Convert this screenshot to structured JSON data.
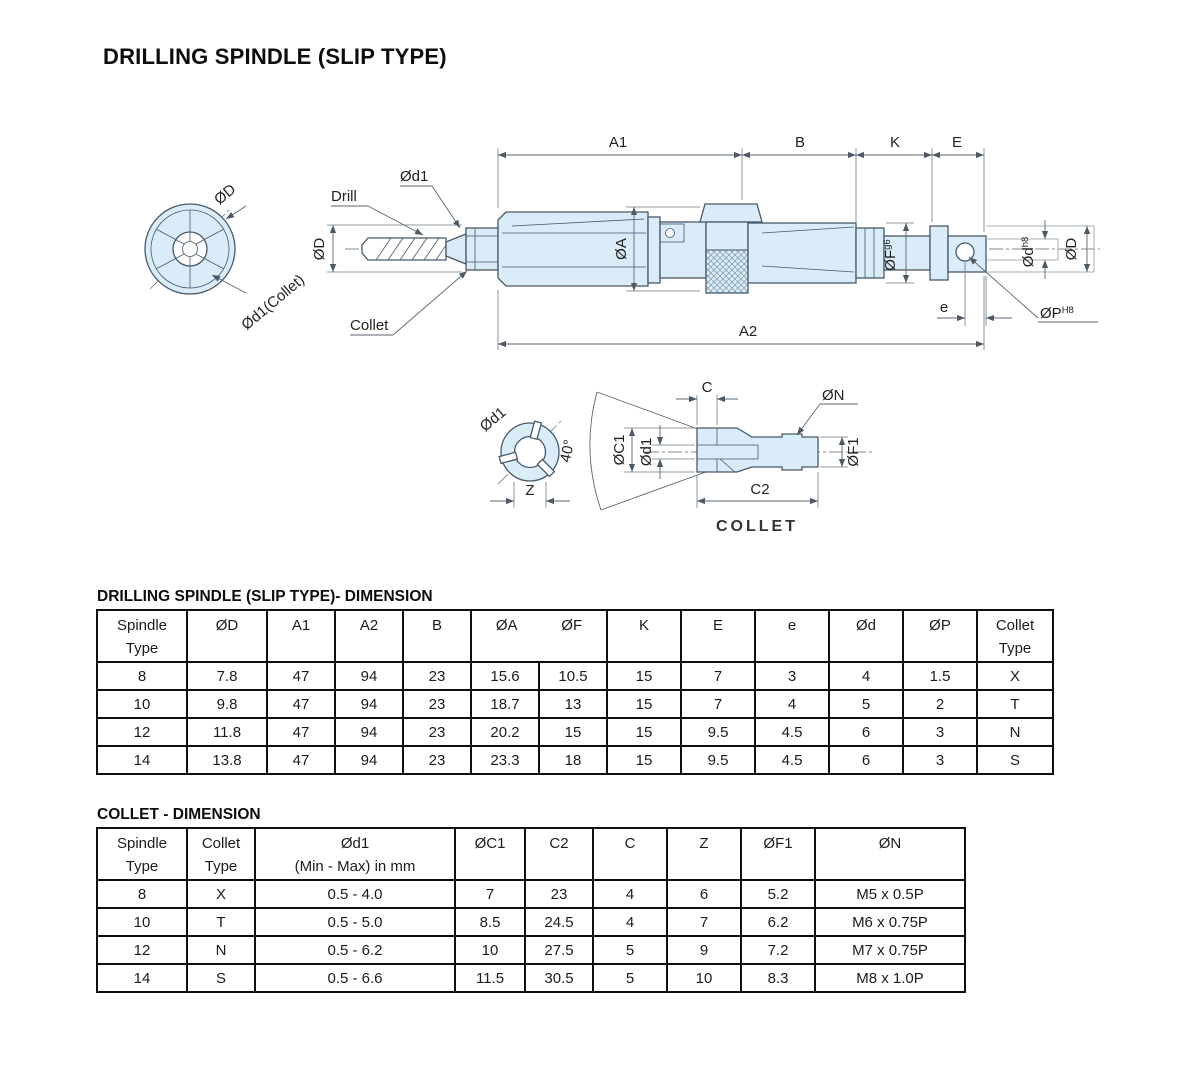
{
  "page": {
    "title": "DRILLING SPINDLE (SLIP TYPE)"
  },
  "diagram": {
    "labels": {
      "od_end_view": "ØD",
      "od1_collet": "Ød1(Collet)",
      "drill": "Drill",
      "od1_leader": "Ød1",
      "collet_leader": "Collet",
      "od_nut": "ØD",
      "a1": "A1",
      "b": "B",
      "k": "K",
      "e_top": "E",
      "a2": "A2",
      "oa": "ØA",
      "of": {
        "main": "ØF",
        "sup": "g6"
      },
      "od_tang": {
        "main": "Ød",
        "sup": "h8"
      },
      "od_shank": "ØD",
      "e_bottom": "e",
      "op": {
        "main": "ØP",
        "sup": "H8"
      },
      "collet_od1_end": "Ød1",
      "z": "Z",
      "angle": "40°",
      "c": "C",
      "on": "ØN",
      "oc1": "ØC1",
      "od1_bore": "Ød1",
      "of1": "ØF1",
      "c2": "C2",
      "collet_caption": "COLLET"
    }
  },
  "spindle_table": {
    "title": "DRILLING SPINDLE (SLIP TYPE)- DIMENSION",
    "headers": [
      "Spindle Type",
      "ØD",
      "A1",
      "A2",
      "B",
      "ØA",
      "ØF",
      "K",
      "E",
      "e",
      "Ød",
      "ØP",
      "Collet Type"
    ],
    "rows": [
      [
        "8",
        "7.8",
        "47",
        "94",
        "23",
        "15.6",
        "10.5",
        "15",
        "7",
        "3",
        "4",
        "1.5",
        "X"
      ],
      [
        "10",
        "9.8",
        "47",
        "94",
        "23",
        "18.7",
        "13",
        "15",
        "7",
        "4",
        "5",
        "2",
        "T"
      ],
      [
        "12",
        "11.8",
        "47",
        "94",
        "23",
        "20.2",
        "15",
        "15",
        "9.5",
        "4.5",
        "6",
        "3",
        "N"
      ],
      [
        "14",
        "13.8",
        "47",
        "94",
        "23",
        "23.3",
        "18",
        "15",
        "9.5",
        "4.5",
        "6",
        "3",
        "S"
      ]
    ]
  },
  "collet_table": {
    "title": "COLLET - DIMENSION",
    "headers": [
      "Spindle Type",
      "Collet Type",
      "Ød1",
      "ØC1",
      "C2",
      "C",
      "Z",
      "ØF1",
      "ØN"
    ],
    "d1_subheader": "(Min - Max) in mm",
    "rows": [
      [
        "8",
        "X",
        "0.5 - 4.0",
        "7",
        "23",
        "4",
        "6",
        "5.2",
        "M5 x 0.5P"
      ],
      [
        "10",
        "T",
        "0.5 - 5.0",
        "8.5",
        "24.5",
        "4",
        "7",
        "6.2",
        "M6 x 0.75P"
      ],
      [
        "12",
        "N",
        "0.5 - 6.2",
        "10",
        "27.5",
        "5",
        "9",
        "7.2",
        "M7 x 0.75P"
      ],
      [
        "14",
        "S",
        "0.5 - 6.6",
        "11.5",
        "30.5",
        "5",
        "10",
        "8.3",
        "M8 x 1.0P"
      ]
    ]
  }
}
